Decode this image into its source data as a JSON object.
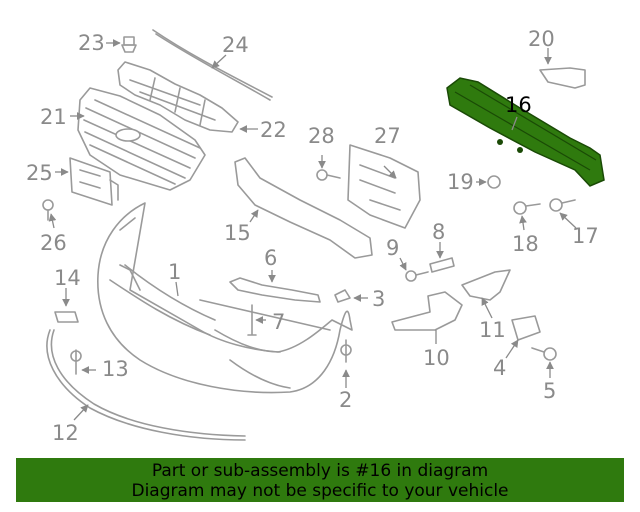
{
  "callouts": {
    "c1": "1",
    "c2": "2",
    "c3": "3",
    "c4": "4",
    "c5": "5",
    "c6": "6",
    "c7": "7",
    "c8": "8",
    "c9": "9",
    "c10": "10",
    "c11": "11",
    "c12": "12",
    "c13": "13",
    "c14": "14",
    "c15": "15",
    "c16": "16",
    "c17": "17",
    "c18": "18",
    "c19": "19",
    "c20": "20",
    "c21": "21",
    "c22": "22",
    "c23": "23",
    "c24": "24",
    "c25": "25",
    "c26": "26",
    "c27": "27",
    "c28": "28"
  },
  "highlighted_part": "16",
  "colors": {
    "highlight_part": "#2f7a0e",
    "banner_bg": "#2f7a0e",
    "line": "#9a9a9a"
  },
  "banner": {
    "line1": "Part or sub-assembly is #16 in diagram",
    "line2": "Diagram may not be specific to your vehicle"
  }
}
